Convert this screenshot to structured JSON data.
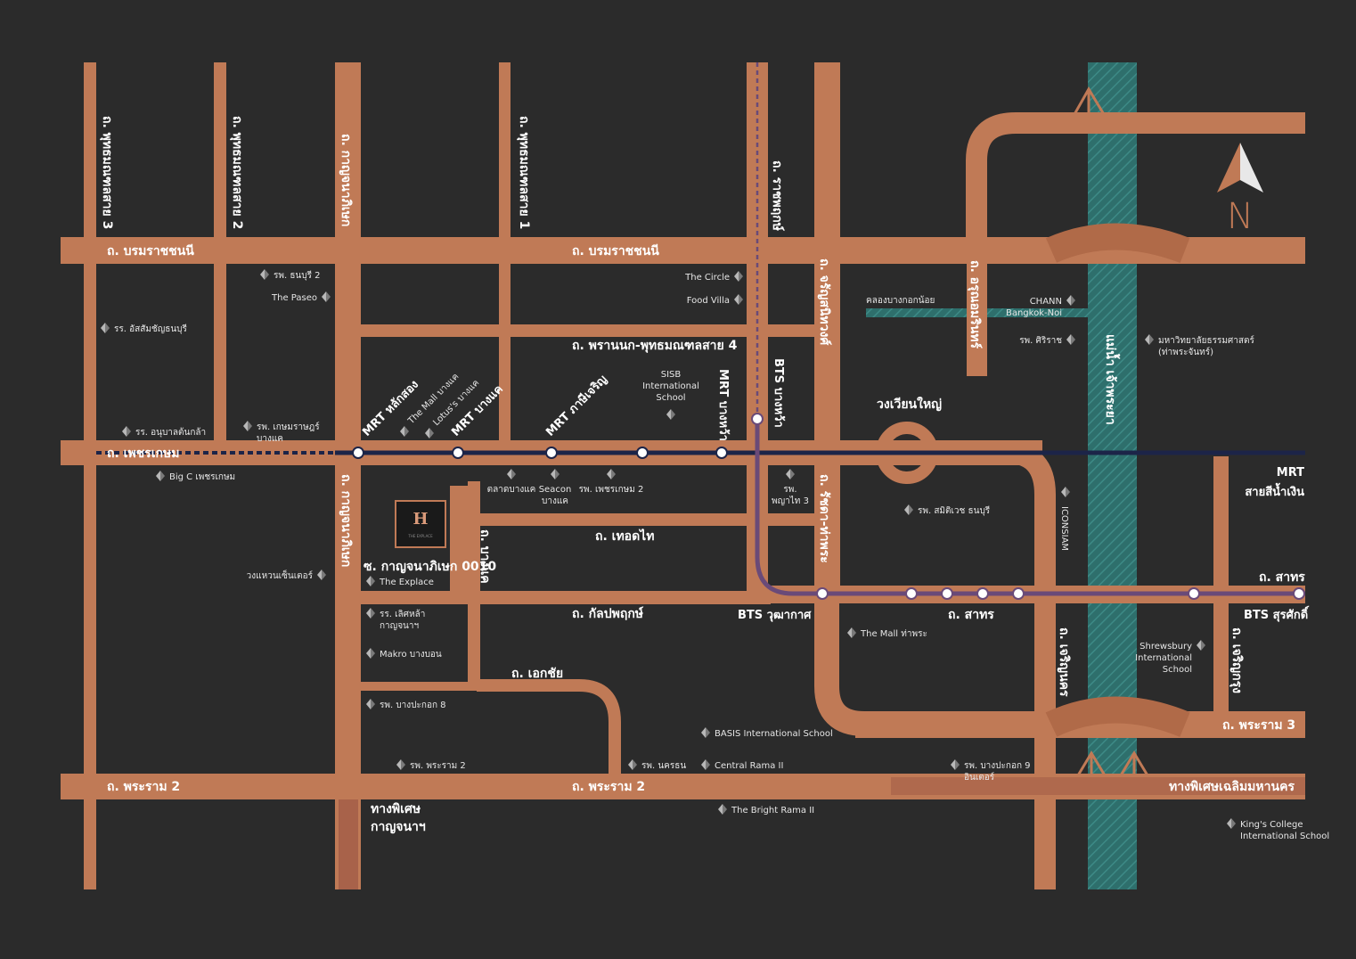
{
  "colors": {
    "background": "#2b2b2b",
    "road": "#c07a56",
    "river": "#2e6f6c",
    "mrt_blue": "#1c2448",
    "bts_purple": "#6a4a78",
    "text": "#ffffff",
    "poi_icon": "#9a9a9a"
  },
  "roads": {
    "borommaratchachonnani_w": "ถ. บรมราชชนนี",
    "borommaratchachonnani_c": "ถ. บรมราชชนนี",
    "phetkasem": "ถ. เพชรเกษม",
    "rama2_w": "ถ. พระราม 2",
    "rama2_c": "ถ. พระราม 2",
    "rama3": "ถ. พระราม 3",
    "sathorn_e": "ถ. สาทร",
    "sathorn_c": "ถ. สาทร",
    "phran_nok": "ถ. พรานนก-พุทธมณฑลสาย 4",
    "thoet_thai": "ถ. เทอดไท",
    "kanlapaphruek": "ถ. กัลปพฤกษ์",
    "ekkachai": "ถ. เอกชัย",
    "soi_kanchana": "ซ. กาญจนาภิเษก 0010",
    "bang_khae": "ถ. บางแค",
    "kanchanaphisek_n": "ถ. กาญจนาภิเษก",
    "kanchanaphisek_s": "ถ. กาญจนาภิเษก",
    "phutthamonthon_3": "ถ. พุทธมณฑลสาย 3",
    "phutthamonthon_2": "ถ. พุทธมณฑลสาย 2",
    "phutthamonthon_1": "ถ. พุทธมณฑลสาย 1",
    "ratchaphruek": "ถ. ราชพฤกษ์",
    "charansanitwong": "ถ. จรัญสนิทวงศ์",
    "ratchada_thapra": "ถ. รัชดา-ท่าพระ",
    "charoen_nakhon": "ถ. เจริญนคร",
    "charoen_krung": "ถ. เจริญกรุง",
    "arun_amarin": "ถ. อรุณอมรินทร์",
    "expressway_kanchana": "ทางพิเศษ\nกาญจนาฯ",
    "expressway_chalerm": "ทางพิเศษเฉลิมมหานคร",
    "river": "แม่น้ำ เจ้าพระยา",
    "canal": "คลองบางกอกน้อย",
    "roundabout": "วงเวียนใหญ่"
  },
  "stations": {
    "mrt_lak_song": "MRT หลักสอง",
    "mrt_bang_khae": "MRT บางแค",
    "mrt_phasi_charoen": "MRT ภาษีเจริญ",
    "mrt_bang_wa": "MRT บางหว้า",
    "bts_bang_wa": "BTS บางหว้า",
    "bts_wutthakat": "BTS วุฒากาศ",
    "bts_saphan_taksin": "BTS สุรศักดิ์",
    "mrt_blue_line": "MRT\nสายสีน้ำเงิน"
  },
  "pois": {
    "thonburi2_hosp": "รพ. ธนบุรี 2",
    "the_paseo": "The Paseo",
    "assumption_thonburi": "รร. อัสสัมชัญธนบุรี",
    "anuban_ton_kla": "รร. อนุบาลต้นกล้า",
    "kasemrad_bangkhae": "รพ. เกษมราษฎร์\nบางแค",
    "mall_bangkhae": "The Mall บางแค",
    "lotus_bangkhae": "Lotus's บางแค",
    "bigc_phetkasem": "Big C เพชรเกษม",
    "wongwaen_center": "วงแหวนเซ็นเตอร์",
    "talad_bangkhae": "ตลาดบางแค",
    "seacon_bangkhae": "Seacon\nบางแค",
    "phetkasem2_hosp": "รพ. เพชรเกษม 2",
    "the_circle": "The Circle",
    "food_villa": "Food Villa",
    "sisb": "SISB\nInternational\nSchool",
    "phyathai3": "รพ.\nพญาไท 3",
    "samitivej_thonburi": "รพ. สมิติเวช ธนบุรี",
    "chann": "CHANN\nBangkok-Noi",
    "siriraj": "รพ. ศิริราช",
    "thammasat": "มหาวิทยาลัยธรรมศาสตร์\n(ท่าพระจันทร์)",
    "iconsiam": "ICONSIAM",
    "the_explace": "The Explace",
    "lertla_kanchana": "รร. เลิศหล้า\nกาญจนาฯ",
    "makro_bangbon": "Makro บางบอน",
    "bangpakok8": "รพ. บางปะกอก 8",
    "rama2_hosp": "รพ. พระราม 2",
    "nakhonthon_hosp": "รพ. นครธน",
    "central_rama2": "Central Rama II",
    "basis": "BASIS International School",
    "bright_rama2": "The Bright Rama II",
    "bangpakok9": "รพ. บางปะกอก 9\nอินเตอร์",
    "mall_thapra": "The Mall ท่าพระ",
    "shrewsbury": "Shrewsbury\nInternational\nSchool",
    "kings_college": "King's College\nInternational School"
  },
  "project": {
    "logo_letter": "H",
    "logo_caption": "THE EXPLACE"
  },
  "compass": {
    "label": "N"
  }
}
